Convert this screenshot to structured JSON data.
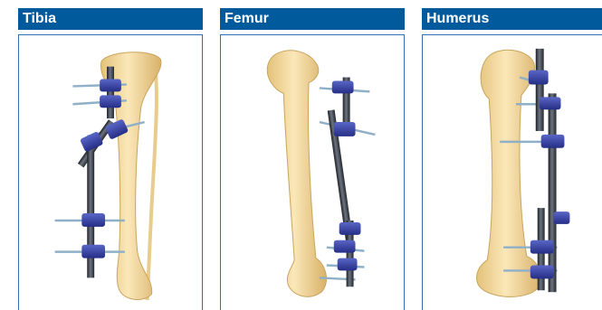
{
  "accent_color": "#005a9c",
  "panels": [
    {
      "title": "Tibia",
      "illustration": "tibia-external-fixator"
    },
    {
      "title": "Femur",
      "illustration": "femur-external-fixator"
    },
    {
      "title": "Humerus",
      "illustration": "humerus-external-fixator"
    }
  ]
}
